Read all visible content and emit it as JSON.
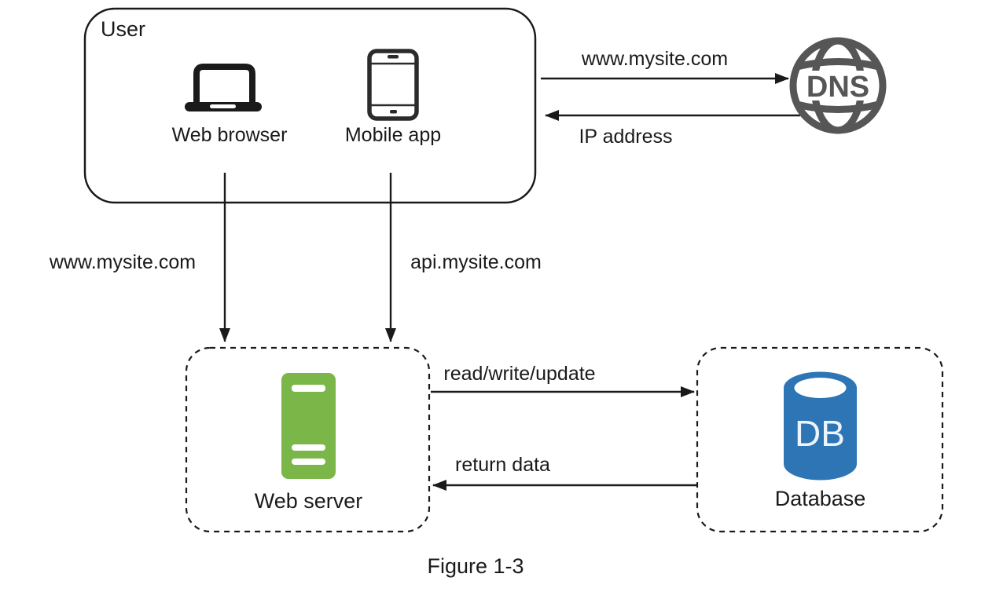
{
  "caption": "Figure 1-3",
  "colors": {
    "ink": "#1a1a1a",
    "dns_gray": "#565656",
    "server_green": "#7ab648",
    "db_blue": "#2e75b6"
  },
  "user_box": {
    "title": "User",
    "web_browser_label": "Web browser",
    "mobile_app_label": "Mobile app"
  },
  "dns": {
    "icon_text": "DNS",
    "request_label": "www.mysite.com",
    "response_label": "IP address"
  },
  "web_server": {
    "label": "Web server",
    "browser_request_label": "www.mysite.com",
    "mobile_request_label": "api.mysite.com"
  },
  "database": {
    "label": "Database",
    "icon_text": "DB",
    "request_label": "read/write/update",
    "response_label": "return data"
  },
  "icons": {
    "laptop": "laptop-icon",
    "phone": "mobile-phone-icon",
    "dns_globe": "dns-globe-icon",
    "server": "web-server-icon",
    "database": "database-cylinder-icon"
  }
}
